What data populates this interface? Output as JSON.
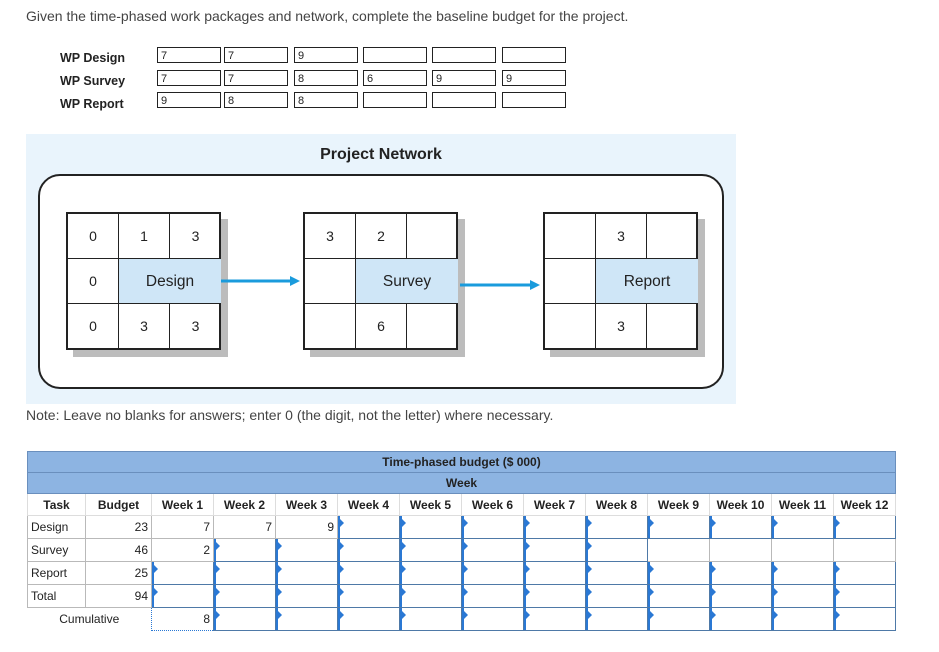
{
  "instruction": "Given the time-phased work packages and network, complete the baseline budget for the project.",
  "work_packages": [
    {
      "label": "WP Design",
      "cells": [
        "7",
        "7",
        "9",
        "",
        "",
        ""
      ]
    },
    {
      "label": "WP Survey",
      "cells": [
        "7",
        "7",
        "8",
        "6",
        "9",
        "9"
      ]
    },
    {
      "label": "WP Report",
      "cells": [
        "9",
        "8",
        "8",
        "",
        "",
        ""
      ]
    }
  ],
  "network": {
    "title": "Project Network",
    "nodes": [
      {
        "name": "Design",
        "cells": [
          "0",
          "1",
          "3",
          "0",
          "",
          "",
          "0",
          "3",
          "3"
        ]
      },
      {
        "name": "Survey",
        "cells": [
          "3",
          "2",
          "",
          "",
          "",
          "",
          "",
          "6",
          ""
        ]
      },
      {
        "name": "Report",
        "cells": [
          "",
          "3",
          "",
          "",
          "",
          "",
          "",
          "3",
          ""
        ]
      }
    ],
    "arrow_color": "#1a9bdc"
  },
  "note": "Note: Leave no blanks for answers; enter 0 (the digit, not the letter) where necessary.",
  "budget_table": {
    "title": "Time-phased budget ($ 000)",
    "week_label": "Week",
    "columns": [
      "Task",
      "Budget",
      "Week 1",
      "Week 2",
      "Week 3",
      "Week 4",
      "Week 5",
      "Week 6",
      "Week 7",
      "Week 8",
      "Week 9",
      "Week 10",
      "Week 11",
      "Week 12"
    ],
    "rows": [
      {
        "task": "Design",
        "budget": "23",
        "weeks": [
          "7",
          "7",
          "9",
          "",
          "",
          "",
          "",
          "",
          "",
          "",
          "",
          ""
        ]
      },
      {
        "task": "Survey",
        "budget": "46",
        "weeks": [
          "2",
          "",
          "",
          "",
          "",
          "",
          "",
          "",
          "",
          "",
          "",
          ""
        ]
      },
      {
        "task": "Report",
        "budget": "25",
        "weeks": [
          "",
          "",
          "",
          "",
          "",
          "",
          "",
          "",
          "",
          "",
          "",
          ""
        ]
      },
      {
        "task": "Total",
        "budget": "94",
        "weeks": [
          "",
          "",
          "",
          "",
          "",
          "",
          "",
          "",
          "",
          "",
          "",
          ""
        ]
      }
    ],
    "cumulative_label": "Cumulative",
    "cumulative": [
      "8",
      "",
      "",
      "",
      "",
      "",
      "",
      "",
      "",
      "",
      "",
      ""
    ]
  },
  "colors": {
    "header_band": "#8db4e2",
    "node_name_bg": "#cfe6f7",
    "network_bg": "#e9f4fc",
    "input_flag": "#2a78d4"
  }
}
